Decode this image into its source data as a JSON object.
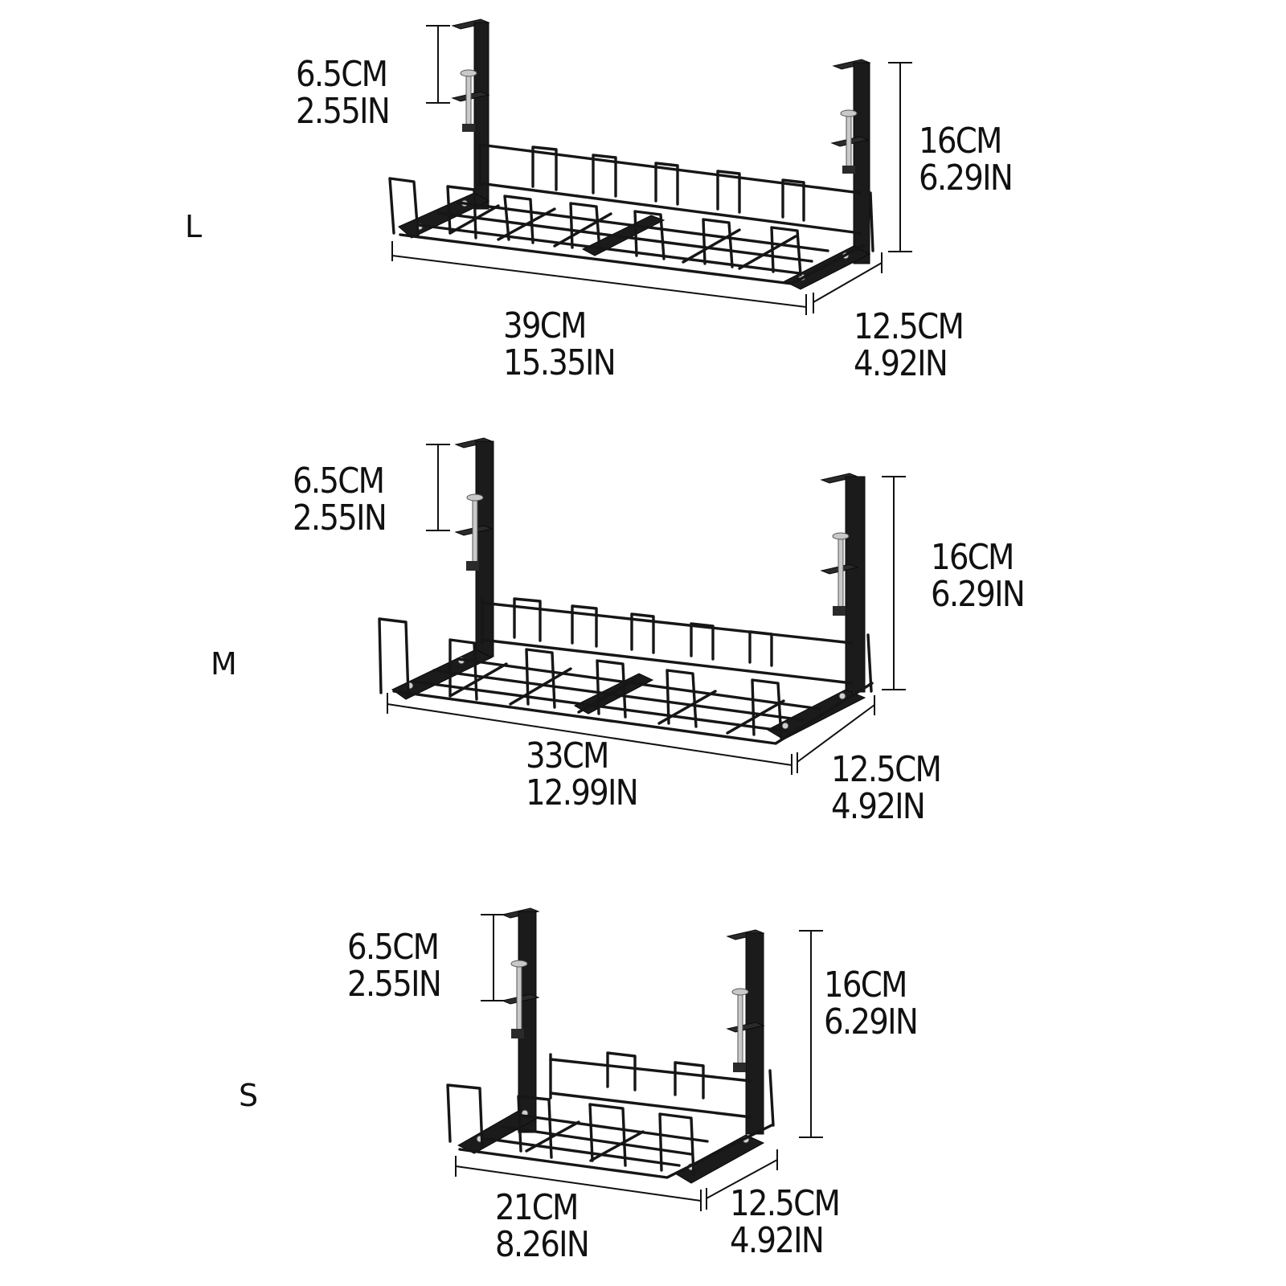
{
  "diagram": {
    "subject": "Under-desk cable management tray, three sizes",
    "colors": {
      "background": "#ffffff",
      "product": "#1b1b1b",
      "text": "#111111",
      "bolt": "#c9c9c9"
    },
    "sizes": [
      {
        "size_label": "L",
        "clamp_opening": {
          "cm": "6.5CM",
          "in": "2.55IN"
        },
        "height": {
          "cm": "16CM",
          "in": "6.29IN"
        },
        "length": {
          "cm": "39CM",
          "in": "15.35IN"
        },
        "depth": {
          "cm": "12.5CM",
          "in": "4.92IN"
        }
      },
      {
        "size_label": "M",
        "clamp_opening": {
          "cm": "6.5CM",
          "in": "2.55IN"
        },
        "height": {
          "cm": "16CM",
          "in": "6.29IN"
        },
        "length": {
          "cm": "33CM",
          "in": "12.99IN"
        },
        "depth": {
          "cm": "12.5CM",
          "in": "4.92IN"
        }
      },
      {
        "size_label": "S",
        "clamp_opening": {
          "cm": "6.5CM",
          "in": "2.55IN"
        },
        "height": {
          "cm": "16CM",
          "in": "6.29IN"
        },
        "length": {
          "cm": "21CM",
          "in": "8.26IN"
        },
        "depth": {
          "cm": "12.5CM",
          "in": "4.92IN"
        }
      }
    ]
  }
}
